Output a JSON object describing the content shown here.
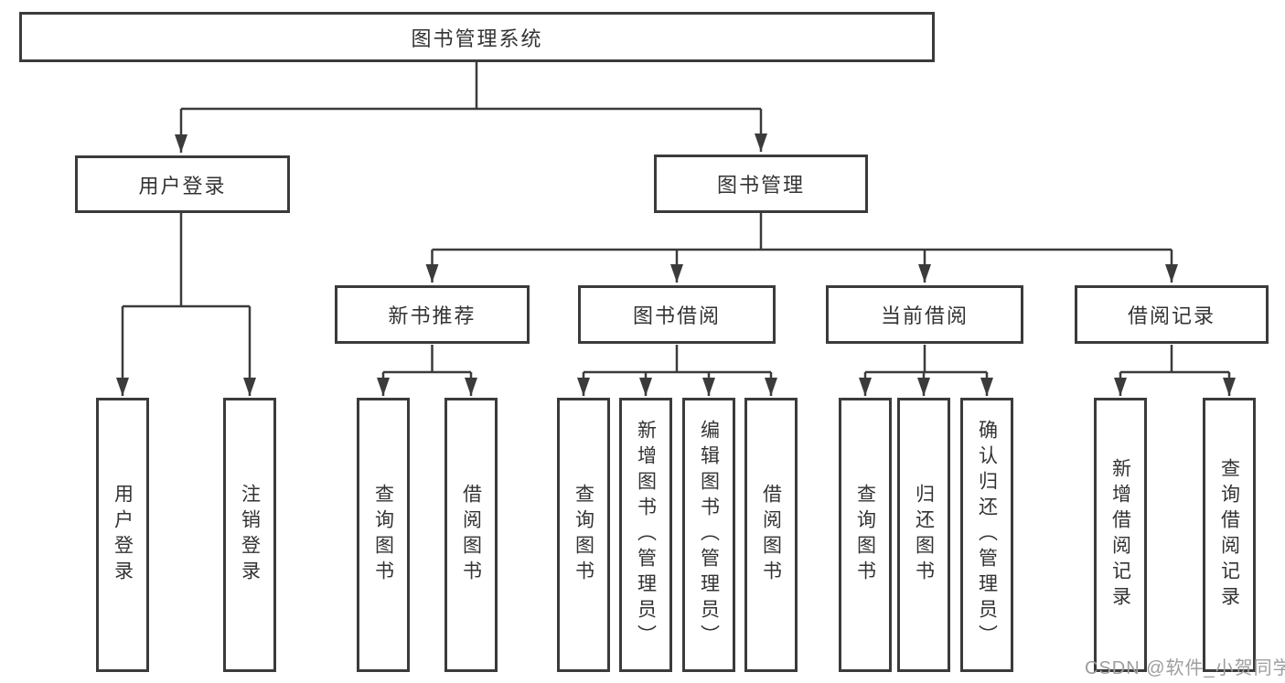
{
  "tree": {
    "label": "图书管理系统",
    "children": [
      {
        "label": "用户登录",
        "children": [
          {
            "label": "用户登录"
          },
          {
            "label": "注销登录"
          }
        ]
      },
      {
        "label": "图书管理",
        "children": [
          {
            "label": "新书推荐",
            "children": [
              {
                "label": "查询图书"
              },
              {
                "label": "借阅图书"
              }
            ]
          },
          {
            "label": "图书借阅",
            "children": [
              {
                "label": "查询图书"
              },
              {
                "label": "新增图书（管理员）"
              },
              {
                "label": "编辑图书（管理员）"
              },
              {
                "label": "借阅图书"
              }
            ]
          },
          {
            "label": "当前借阅",
            "children": [
              {
                "label": "查询图书"
              },
              {
                "label": "归还图书"
              },
              {
                "label": "确认归还（管理员）"
              }
            ]
          },
          {
            "label": "借阅记录",
            "children": [
              {
                "label": "新增借阅记录"
              },
              {
                "label": "查询借阅记录"
              }
            ]
          }
        ]
      }
    ]
  },
  "watermark": "CSDN @软件_小贺同学",
  "colors": {
    "line": "#3b3b3b",
    "text": "#333333",
    "watermark": "#9e9e9e",
    "background": "#ffffff"
  }
}
